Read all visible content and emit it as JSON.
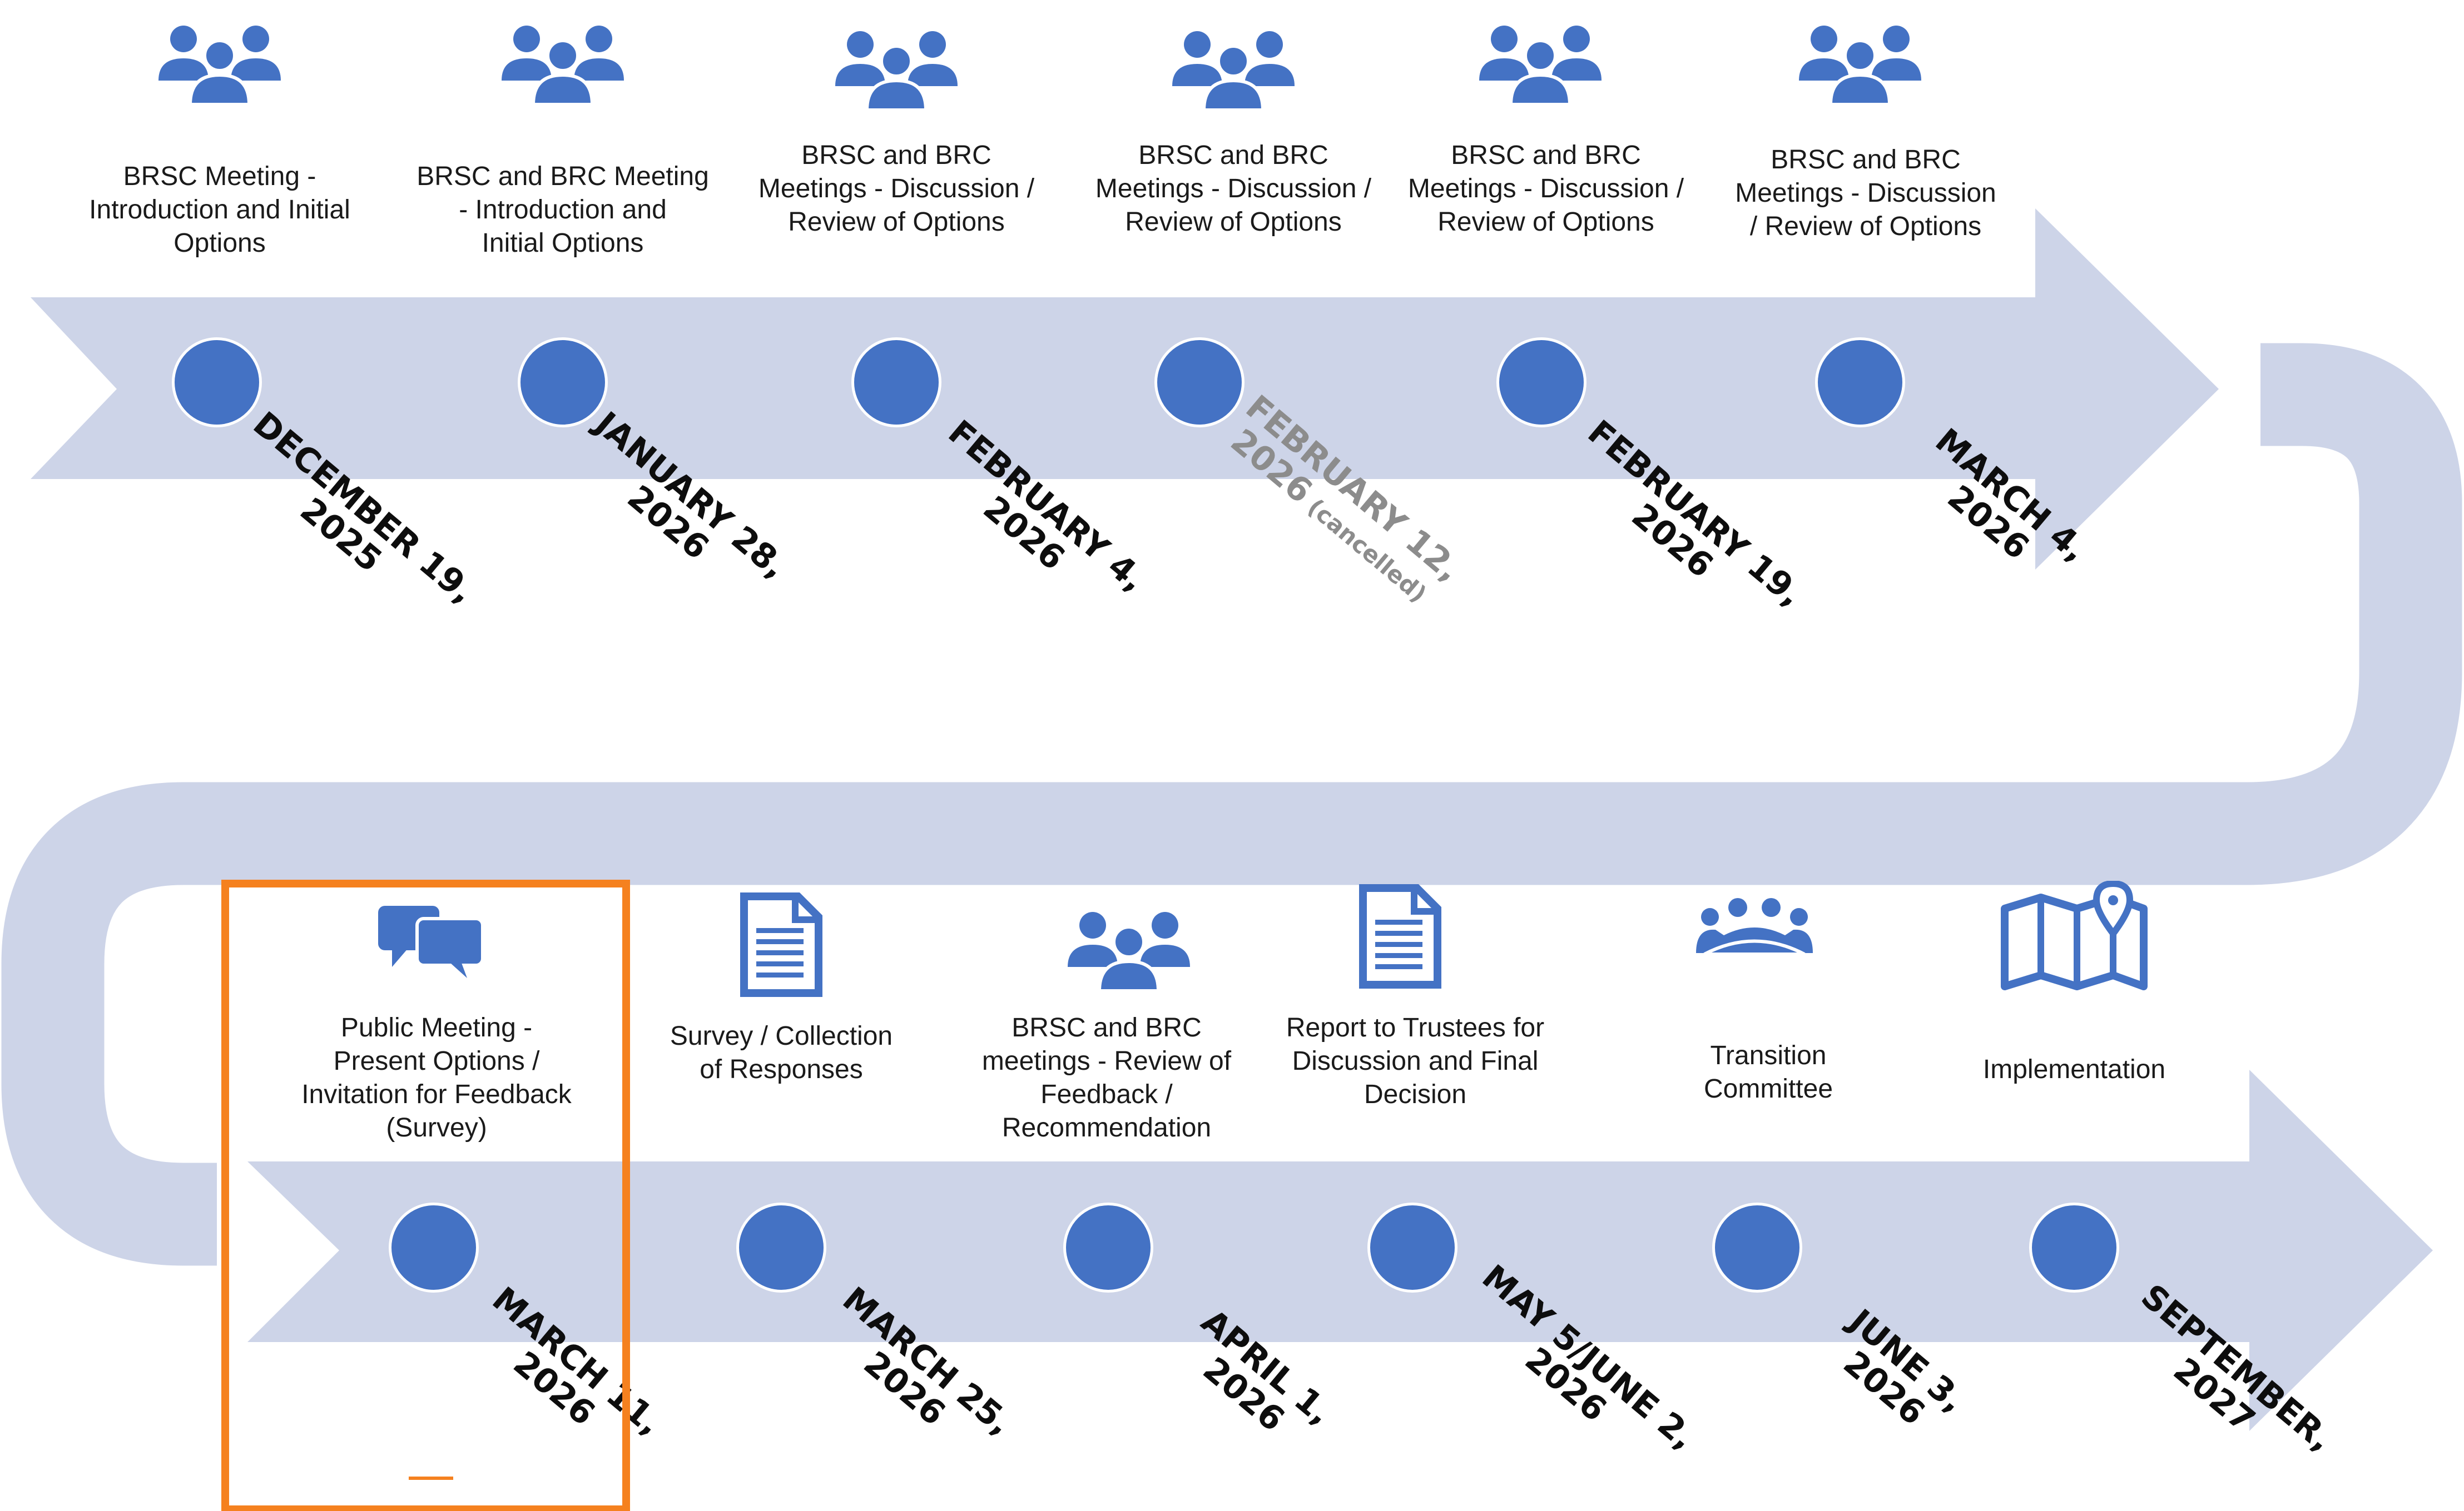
{
  "colors": {
    "track": "#cdd4e8",
    "node": "#4472c4",
    "icon": "#4472c4",
    "highlight": "#f5811f",
    "cancelled_text": "#8c8c8c"
  },
  "timeline": {
    "row1": [
      {
        "icon": "people-group-icon",
        "description": "BRSC Meeting  -\nIntroduction and Initial\nOptions",
        "date_line1": "DECEMBER 19,",
        "date_line2": "2025"
      },
      {
        "icon": "people-group-icon",
        "description": "BRSC and BRC Meeting\n- Introduction and\nInitial Options",
        "date_line1": "JANUARY 28,",
        "date_line2": "2026"
      },
      {
        "icon": "people-group-icon",
        "description": "BRSC and BRC\nMeetings - Discussion /\nReview of Options",
        "date_line1": "FEBRUARY 4,",
        "date_line2": "2026"
      },
      {
        "icon": "people-group-icon",
        "description": "BRSC and BRC\nMeetings - Discussion /\nReview of Options",
        "date_line1": "FEBRUARY 12,",
        "date_line2": "2026",
        "date_note": "(cancelled)"
      },
      {
        "icon": "people-group-icon",
        "description": "BRSC and BRC\nMeetings - Discussion /\nReview of Options",
        "date_line1": "FEBRUARY 19,",
        "date_line2": "2026"
      },
      {
        "icon": "people-group-icon",
        "description": "BRSC and BRC\nMeetings  - Discussion\n/ Review of Options",
        "date_line1": "MARCH 4,",
        "date_line2": "2026"
      }
    ],
    "row2": [
      {
        "icon": "chat-bubbles-icon",
        "description": "Public Meeting -\nPresent Options /\nInvitation for Feedback\n(Survey)",
        "date_line1": "MARCH 11,",
        "date_line2": "2026"
      },
      {
        "icon": "document-icon",
        "description": "Survey / Collection\nof Responses",
        "date_line1": "MARCH 25,",
        "date_line2": "2026"
      },
      {
        "icon": "people-group-icon",
        "description": "BRSC and BRC\nmeetings - Review of\nFeedback /\nRecommendation",
        "date_line1": "APRIL 1,",
        "date_line2": "2026"
      },
      {
        "icon": "document-icon",
        "description": "Report to Trustees for\nDiscussion and Final\nDecision",
        "date_line1": "MAY 5/JUNE 2,",
        "date_line2": "2026"
      },
      {
        "icon": "committee-table-icon",
        "description": "Transition\nCommittee",
        "date_line1": "JUNE 3,",
        "date_line2": "2026"
      },
      {
        "icon": "map-pin-icon",
        "description": "Implementation",
        "date_line1": "SEPTEMBER,",
        "date_line2": "2027"
      }
    ]
  }
}
